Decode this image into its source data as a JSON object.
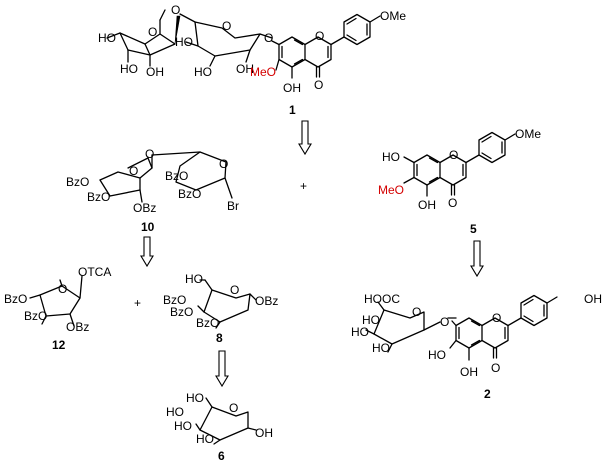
{
  "colors": {
    "ink": "#000000",
    "highlight": "#d40000",
    "background": "#ffffff"
  },
  "compounds": {
    "c1": {
      "number": "1",
      "labels": {
        "oh1": "HO",
        "oh2": "HO",
        "oh3": "OH",
        "oh4": "HO",
        "oh5": "HO",
        "oh6": "OH",
        "ome_top": "OMe",
        "ome_red": "MeO",
        "oh_bottom": "OH",
        "carbonyl": "O",
        "link_o": "O",
        "ring_o1": "O",
        "ring_o2": "O",
        "glyc_o": "O",
        "pyran_o": "O"
      }
    },
    "c5": {
      "number": "5",
      "labels": {
        "ho": "HO",
        "ome_top": "OMe",
        "ome_red": "MeO",
        "oh": "OH",
        "carbonyl": "O",
        "pyran_o": "O"
      }
    },
    "c10": {
      "number": "10",
      "labels": {
        "bzo1": "BzO",
        "bzo2": "BzO",
        "obz1": "OBz",
        "bzo3": "BzO",
        "bzo4": "BzO",
        "br": "Br",
        "link_o": "O",
        "ring_o1": "O",
        "ring_o2": "O"
      }
    },
    "c12": {
      "number": "12",
      "labels": {
        "otca": "OTCA",
        "bzo1": "BzO",
        "bzo2": "BzO",
        "obz": "OBz",
        "ring_o": "O"
      }
    },
    "c8": {
      "number": "8",
      "labels": {
        "ho": "HO",
        "bzo1": "BzO",
        "bzo2": "BzO",
        "bzo3": "BzO",
        "obz": "OBz",
        "ring_o": "O"
      }
    },
    "c6": {
      "number": "6",
      "labels": {
        "ho1": "HO",
        "ho2": "HO",
        "ho3": "HO",
        "ho4": "HO",
        "oh": "OH",
        "ring_o": "O"
      }
    },
    "c2": {
      "number": "2",
      "labels": {
        "cooh": "HOOC",
        "ho1": "HO",
        "ho2": "HO",
        "ho3": "HO",
        "oh_top": "OH",
        "ho_ring": "HO",
        "oh_bottom": "OH",
        "carbonyl": "O",
        "ring_o": "O",
        "glyc_o": "O",
        "pyran_o": "O"
      }
    }
  },
  "operators": {
    "plus1": "+",
    "plus2": "+"
  }
}
